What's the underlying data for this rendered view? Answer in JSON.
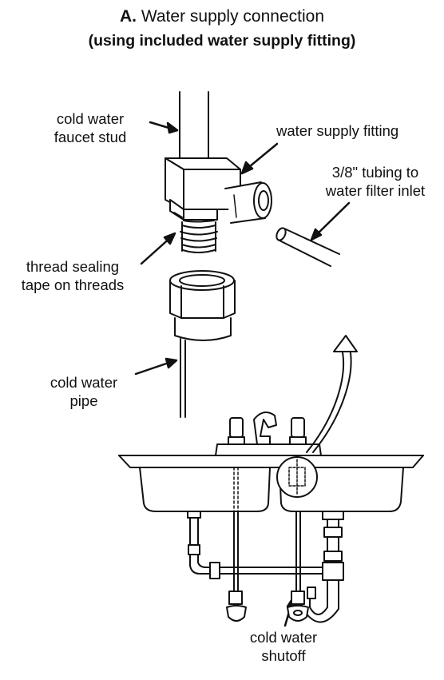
{
  "title": {
    "letter": "A.",
    "main": "Water supply connection",
    "subtitle": "(using included water supply fitting)"
  },
  "labels": {
    "faucet_stud_1": "cold water",
    "faucet_stud_2": "faucet stud",
    "supply_fitting": "water supply fitting",
    "tubing_1": "3/8\" tubing to",
    "tubing_2": "water filter inlet",
    "tape_1": "thread sealing",
    "tape_2": "tape on threads",
    "pipe_1": "cold water",
    "pipe_2": "pipe",
    "shutoff_1": "cold water",
    "shutoff_2": "shutoff"
  },
  "colors": {
    "line": "#111111",
    "background": "#ffffff"
  }
}
